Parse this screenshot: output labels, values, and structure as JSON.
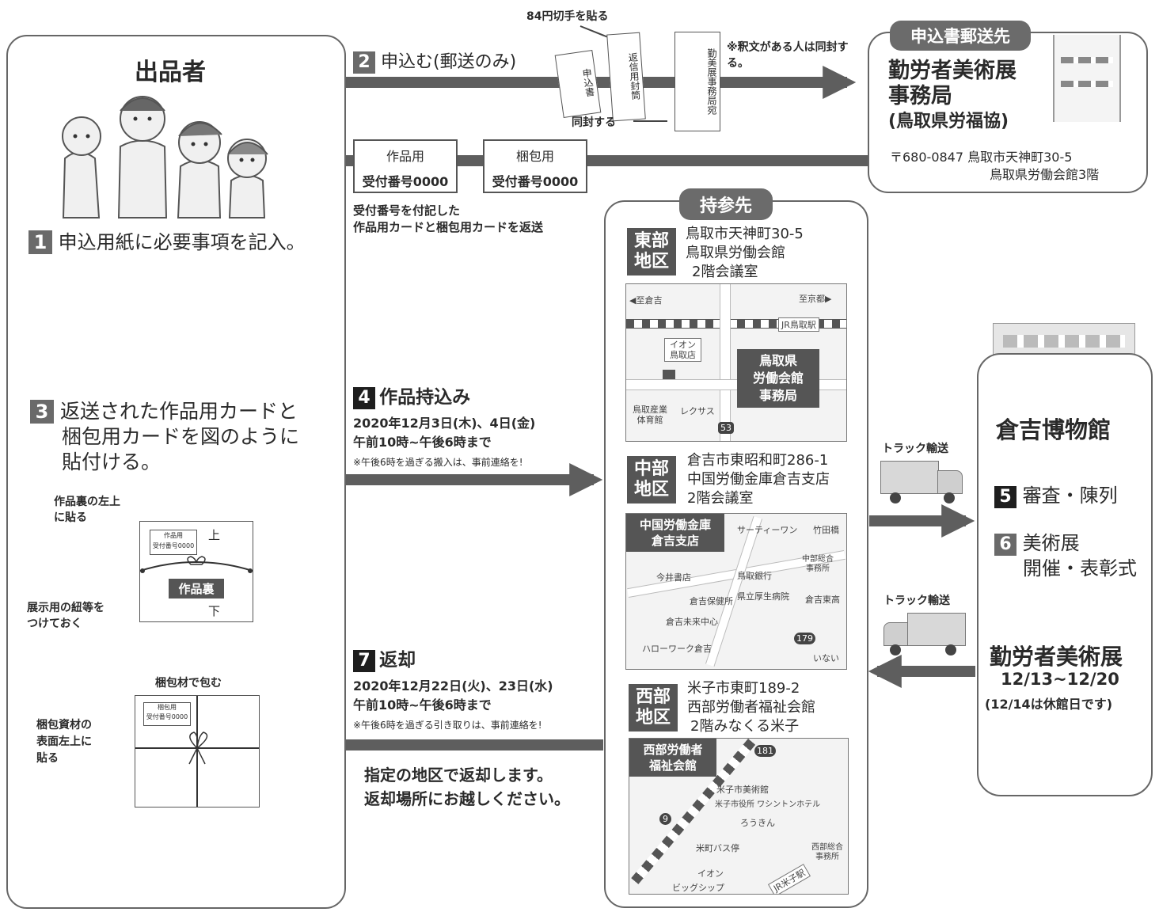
{
  "exhibitor": {
    "title": "出品者"
  },
  "step1": {
    "num": "1",
    "text": "申込用紙に必要事項を記入。"
  },
  "step2": {
    "num": "2",
    "text": "申込む(郵送のみ)"
  },
  "stamp_note": "84円切手を貼る",
  "envelopes": {
    "app": "申込書",
    "return": "返信用封筒",
    "office": "勤美展事務局宛"
  },
  "enclose_note": "同封する",
  "shakubun_note": "※釈文がある人は同封する。",
  "mail_dest": {
    "tag": "申込書郵送先",
    "name1": "勤労者美術展",
    "name2": "事務局",
    "name3": "(鳥取県労福協)",
    "address1": "〒680-0847 鳥取市天神町30-5",
    "address2": "鳥取県労働会館3階"
  },
  "return_cards": {
    "card1_title": "作品用",
    "card1_num": "受付番号0000",
    "card2_title": "梱包用",
    "card2_num": "受付番号0000",
    "note1": "受付番号を付記した",
    "note2": "作品用カードと梱包用カードを返送"
  },
  "step3": {
    "num": "3",
    "line1": "返送された作品用カードと",
    "line2": "梱包用カードを図のように",
    "line3": "貼付ける。"
  },
  "artwork_back": {
    "label_topleft1": "作品裏の左上",
    "label_topleft2": "に貼る",
    "card_title": "作品用",
    "card_num": "受付番号0000",
    "top": "上",
    "bottom": "下",
    "center": "作品裏",
    "string_note1": "展示用の紐等を",
    "string_note2": "つけておく"
  },
  "wrap": {
    "title": "梱包材で包む",
    "card_title": "梱包用",
    "card_num": "受付番号0000",
    "note1": "梱包資材の",
    "note2": "表面左上に",
    "note3": "貼る"
  },
  "step4": {
    "num": "4",
    "title": "作品持込み",
    "date": "2020年12月3日(木)、4日(金)",
    "time": "午前10時~午後6時まで",
    "note": "※午後6時を過ぎる搬入は、事前連絡を!"
  },
  "step7": {
    "num": "7",
    "title": "返却",
    "date": "2020年12月22日(火)、23日(水)",
    "time": "午前10時~午後6時まで",
    "note": "※午後6時を過ぎる引き取りは、事前連絡を!",
    "bottom1": "指定の地区で返却します。",
    "bottom2": "返却場所にお越しください。"
  },
  "dropoff": {
    "tag": "持参先",
    "east": {
      "label1": "東部",
      "label2": "地区",
      "addr1": "鳥取市天神町30-5",
      "addr2": "鳥取県労働会館",
      "addr3": "2階会議室",
      "map": {
        "left": "◀至倉吉",
        "right": "至京都▶",
        "station": "JR鳥取駅",
        "aeon1": "イオン",
        "aeon2": "鳥取店",
        "bldg1": "鳥取県",
        "bldg2": "労働会館",
        "bldg3": "事務局",
        "gym1": "鳥取産業",
        "gym2": "体育館",
        "lexus": "レクサス",
        "route": "53"
      }
    },
    "central": {
      "label1": "中部",
      "label2": "地区",
      "addr1": "倉吉市東昭和町286-1",
      "addr2": "中国労働金庫倉吉支店",
      "addr3": "2階会議室",
      "map": {
        "bank1": "中国労働金庫",
        "bank2": "倉吉支店",
        "s31": "サーティーワン",
        "takeda": "竹田橋",
        "welfare1": "中部総合",
        "welfare2": "事務所",
        "imai": "今井書店",
        "tottoribank": "鳥取銀行",
        "health": "倉吉保健所",
        "hospital": "県立厚生病院",
        "east_hs": "倉吉東高",
        "center": "倉吉未来中心",
        "hellowork": "ハローワーク倉吉",
        "inaba": "いない",
        "route": "179"
      }
    },
    "west": {
      "label1": "西部",
      "label2": "地区",
      "addr1": "米子市東町189-2",
      "addr2": "西部労働者福祉会館",
      "addr3": "2階みなくる米子",
      "map": {
        "hall1": "西部労働者",
        "hall2": "福祉会館",
        "route181": "181",
        "museum": "米子市美術館",
        "cityhall": "米子市役所 ワシントンホテル",
        "rousan": "ろうきん",
        "route9": "9",
        "bus": "米町バス停",
        "welfare1": "西部総合",
        "welfare2": "事務所",
        "aeon": "イオン",
        "bigship": "ビッグシップ",
        "jr": "JR米子駅"
      }
    }
  },
  "truck": {
    "label1": "トラック輸送",
    "label2": "トラック輸送"
  },
  "museum": {
    "name": "倉吉博物館",
    "step5_num": "5",
    "step5": "審査・陳列",
    "step6_num": "6",
    "step6a": "美術展",
    "step6b": "開催・表彰式",
    "show": "勤労者美術展",
    "dates": "12/13~12/20",
    "closed": "(12/14は休館日です)"
  }
}
